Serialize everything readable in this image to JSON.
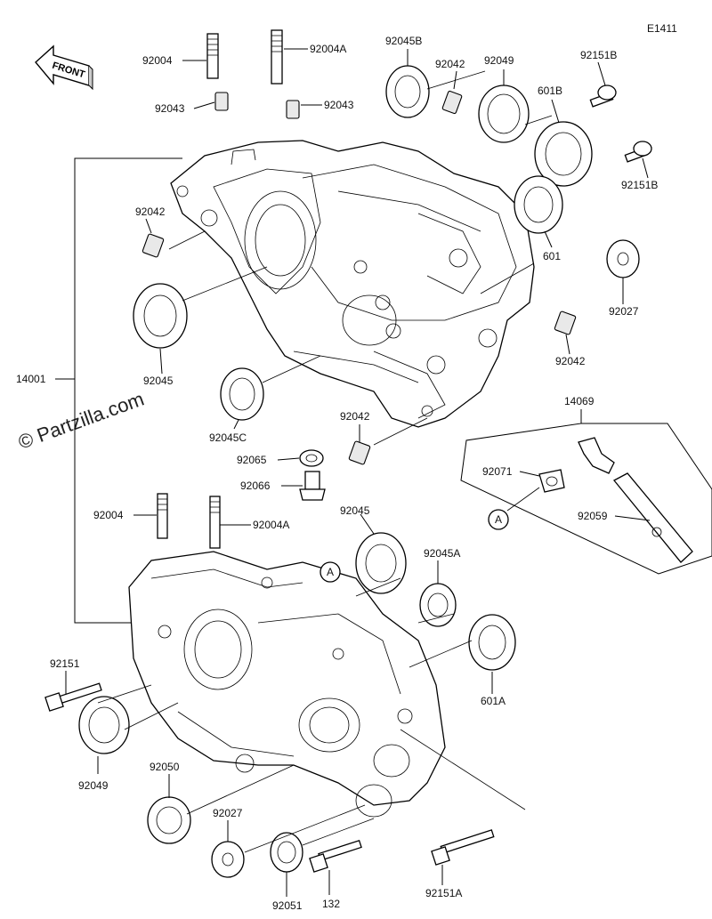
{
  "diagram_code": "E1411",
  "front_label": "FRONT",
  "watermark": "© Partzilla.com",
  "callout_letter": "A",
  "labels": {
    "p92004_top": "92004",
    "p92004A_top": "92004A",
    "p92045B": "92045B",
    "p92042_top": "92042",
    "p92049_top": "92049",
    "p92151B_a": "92151B",
    "p92043_left": "92043",
    "p92043_right": "92043",
    "p601B": "601B",
    "p92151B_b": "92151B",
    "p92042_left": "92042",
    "p601": "601",
    "p14001": "14001",
    "p92027_right": "92027",
    "p92045_left": "92045",
    "p92042_right": "92042",
    "p92045C": "92045C",
    "p92042_mid": "92042",
    "p14069": "14069",
    "p92065": "92065",
    "p92071": "92071",
    "p92066": "92066",
    "p92059": "92059",
    "p92004_bot": "92004",
    "p92004A_bot": "92004A",
    "p92045_bot": "92045",
    "p92045A": "92045A",
    "p92151": "92151",
    "p601A": "601A",
    "p92049_bot": "92049",
    "p92050": "92050",
    "p92027_bot": "92027",
    "p92051": "92051",
    "p132": "132",
    "p92151A": "92151A"
  }
}
